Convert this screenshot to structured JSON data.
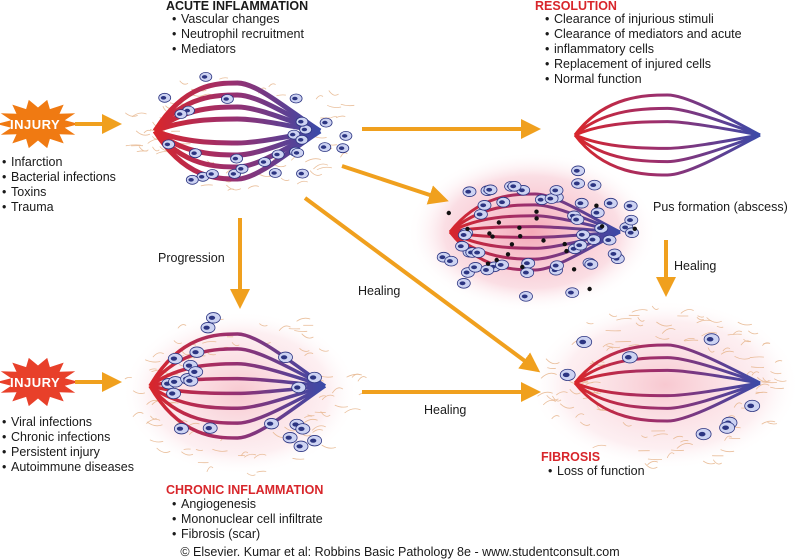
{
  "acute": {
    "title": "ACUTE INFLAMMATION",
    "items": [
      "Vascular changes",
      "Neutrophil recruitment",
      "Mediators"
    ]
  },
  "resolution": {
    "title": "RESOLUTION",
    "items": [
      "Clearance of injurious stimuli",
      "Clearance of mediators and acute",
      "inflammatory cells",
      "Replacement of injured cells",
      "Normal function"
    ]
  },
  "injury_top": {
    "label": "INJURY",
    "causes": [
      "Infarction",
      "Bacterial infections",
      "Toxins",
      "Trauma"
    ]
  },
  "injury_bottom": {
    "label": "INJURY",
    "causes": [
      "Viral infections",
      "Chronic infections",
      "Persistent injury",
      "Autoimmune diseases"
    ]
  },
  "abscess": {
    "label": "Pus formation (abscess)"
  },
  "arrows": {
    "progression": "Progression",
    "healing_diag": "Healing",
    "healing_right": "Healing",
    "healing_bottom": "Healing"
  },
  "chronic": {
    "title": "CHRONIC INFLAMMATION",
    "items": [
      "Angiogenesis",
      "Mononuclear cell infiltrate",
      "Fibrosis (scar)"
    ]
  },
  "fibrosis": {
    "title": "FIBROSIS",
    "items": [
      "Loss of function"
    ]
  },
  "footer": {
    "copyright": "© Elsevier. Kumar et al: Robbins Basic Pathology 8e - www.studentconsult.com"
  },
  "colors": {
    "arrow": "#f0a01e",
    "artery": "#d8262b",
    "vein": "#3a4aa8",
    "heading_red": "#d8262b",
    "injury_fill": "#f07a12",
    "injury_fill_bottom": "#e8402a",
    "cell": "#cdd3f2",
    "cell_nucleus": "#2c3582"
  }
}
